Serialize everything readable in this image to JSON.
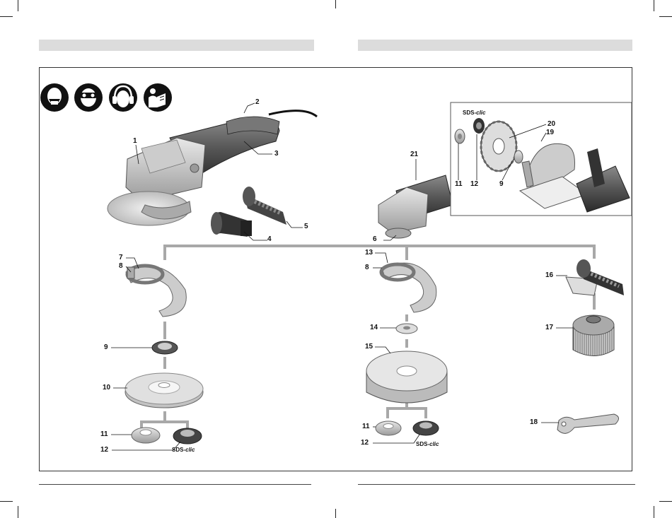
{
  "page": {
    "background": "#ffffff",
    "header_bar_color": "#dcdcdc",
    "accent_grey": "#a8a8a8"
  },
  "safety_icons": [
    {
      "icon": "respirator-mask-icon"
    },
    {
      "icon": "safety-goggles-icon"
    },
    {
      "icon": "ear-protection-icon"
    },
    {
      "icon": "read-manual-icon"
    }
  ],
  "labels": {
    "l1": "1",
    "l2": "2",
    "l3": "3",
    "l4": "4",
    "l5": "5",
    "l6": "6",
    "l7": "7",
    "l8a": "8",
    "l8b": "8",
    "l9a": "9",
    "l9b": "9",
    "l10": "10",
    "l11a": "11",
    "l11b": "11",
    "l11c": "11",
    "l12a": "12",
    "l12b": "12",
    "l12c": "12",
    "l13": "13",
    "l14": "14",
    "l15": "15",
    "l16": "16",
    "l17": "17",
    "l18": "18",
    "l19": "19",
    "l20": "20",
    "l21": "21"
  },
  "sds_clic": {
    "prefix": "SDS-",
    "suffix": "clic"
  }
}
